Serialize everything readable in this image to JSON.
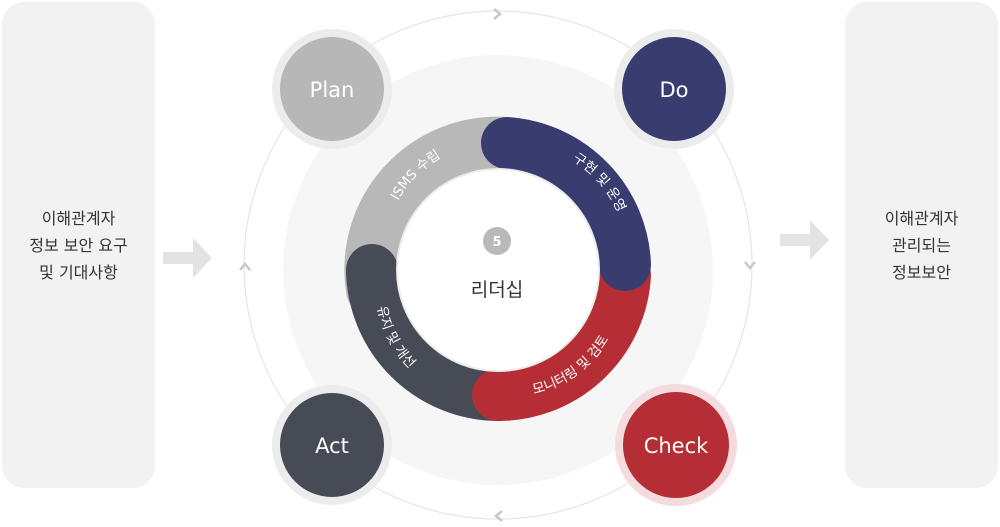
{
  "left_panel": {
    "text": "이해관계자\n정보 보안 요구\n및 기대사항"
  },
  "right_panel": {
    "text": "이해관계자\n관리되는\n정보보안"
  },
  "phases": {
    "plan": {
      "label": "Plan",
      "color": "#b7b7b7"
    },
    "do": {
      "label": "Do",
      "color": "#393c6e"
    },
    "check": {
      "label": "Check",
      "color": "#b52e35"
    },
    "act": {
      "label": "Act",
      "color": "#464b55"
    }
  },
  "ring": {
    "isms": {
      "label": "ISMS 수립",
      "color": "#b8b8b8"
    },
    "implement": {
      "label": "구현 및 운영",
      "color": "#393c6e"
    },
    "monitor": {
      "label": "모니터링 및 검토",
      "color": "#b52e35"
    },
    "improve": {
      "label": "유지 및 개선",
      "color": "#464b55"
    }
  },
  "center": {
    "number": "5",
    "label": "리더십"
  }
}
